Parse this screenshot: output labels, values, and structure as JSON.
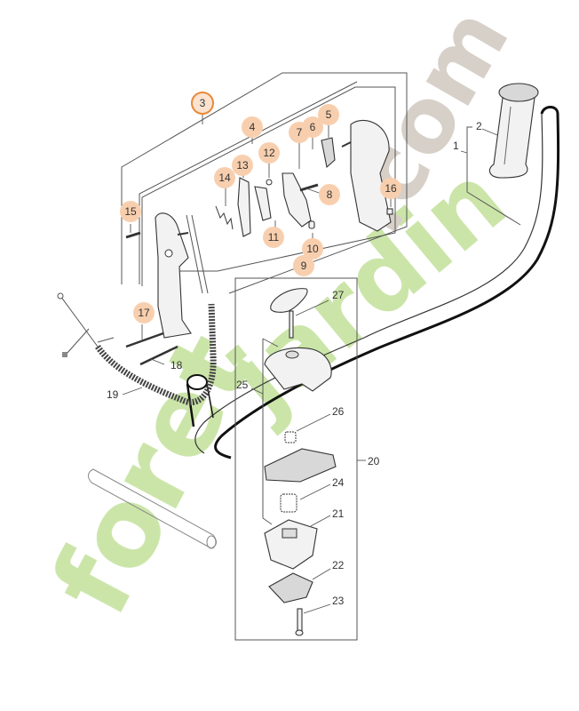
{
  "diagram": {
    "title": "Exploded parts diagram – control handle assembly",
    "watermark": {
      "text_part1": "foret",
      "text_part2": "jardin",
      "text_part3": ".com",
      "colors": {
        "green": "#c6e3a0",
        "orange": "#f7c08a",
        "gray": "#d3cbc2"
      }
    },
    "callout_colors": {
      "fill": "#f8cfae",
      "highlight_ring": "#e8893a",
      "text": "#333333"
    },
    "highlighted_callout": "3",
    "callouts": [
      {
        "id": "1",
        "label": "1",
        "style": "plain"
      },
      {
        "id": "2",
        "label": "2",
        "style": "plain"
      },
      {
        "id": "3",
        "label": "3",
        "style": "ring"
      },
      {
        "id": "4",
        "label": "4",
        "style": "bubble"
      },
      {
        "id": "5",
        "label": "5",
        "style": "bubble"
      },
      {
        "id": "6",
        "label": "6",
        "style": "bubble"
      },
      {
        "id": "7",
        "label": "7",
        "style": "bubble"
      },
      {
        "id": "8",
        "label": "8",
        "style": "bubble"
      },
      {
        "id": "9",
        "label": "9",
        "style": "bubble"
      },
      {
        "id": "10",
        "label": "10",
        "style": "bubble"
      },
      {
        "id": "11",
        "label": "11",
        "style": "bubble"
      },
      {
        "id": "12",
        "label": "12",
        "style": "bubble"
      },
      {
        "id": "13",
        "label": "13",
        "style": "bubble"
      },
      {
        "id": "14",
        "label": "14",
        "style": "bubble"
      },
      {
        "id": "15",
        "label": "15",
        "style": "bubble"
      },
      {
        "id": "16",
        "label": "16",
        "style": "bubble"
      },
      {
        "id": "17",
        "label": "17",
        "style": "bubble"
      },
      {
        "id": "18",
        "label": "18",
        "style": "plain"
      },
      {
        "id": "19",
        "label": "19",
        "style": "plain"
      },
      {
        "id": "20",
        "label": "20",
        "style": "plain"
      },
      {
        "id": "21",
        "label": "21",
        "style": "plain"
      },
      {
        "id": "22",
        "label": "22",
        "style": "plain"
      },
      {
        "id": "23",
        "label": "23",
        "style": "plain"
      },
      {
        "id": "24",
        "label": "24",
        "style": "plain"
      },
      {
        "id": "25",
        "label": "25",
        "style": "plain"
      },
      {
        "id": "26",
        "label": "26",
        "style": "plain"
      },
      {
        "id": "27",
        "label": "27",
        "style": "plain"
      }
    ]
  }
}
